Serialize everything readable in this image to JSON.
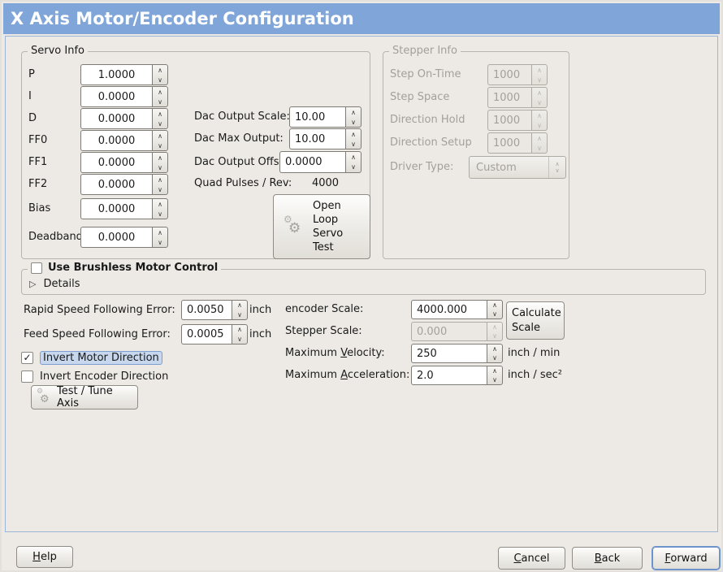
{
  "window": {
    "title": "X Axis Motor/Encoder Configuration"
  },
  "icons": {
    "spin_up": "∧",
    "spin_down": "∨",
    "combo_up": "∧",
    "combo_down": "∨",
    "check": "✓",
    "gear": "⚙",
    "expander_arrow": "▷"
  },
  "colors": {
    "titlebar_blue": "#80A5D8",
    "window_bg": "#EDEAE6",
    "panel_border_blue": "#9BB6D7",
    "focus_highlight_bg": "#C7D7EE",
    "focus_highlight_border": "#7D9ECF"
  },
  "servo_info": {
    "label": "Servo Info",
    "rows": [
      {
        "label": "P",
        "value": "1.0000"
      },
      {
        "label": "I",
        "value": "0.0000"
      },
      {
        "label": "D",
        "value": "0.0000"
      },
      {
        "label": "FF0",
        "value": "0.0000"
      },
      {
        "label": "FF1",
        "value": "0.0000"
      },
      {
        "label": "FF2",
        "value": "0.0000"
      },
      {
        "label": "Bias",
        "value": "0.0000"
      },
      {
        "label": "Deadband",
        "value": "0.0000"
      }
    ]
  },
  "dac": {
    "rows": [
      {
        "label": "Dac Output Scale:",
        "value": "10.00"
      },
      {
        "label": "Dac Max Output:",
        "value": "10.00"
      },
      {
        "label": "Dac Output Offset:",
        "value": "0.0000"
      }
    ],
    "quad_label": "Quad Pulses / Rev:",
    "quad_value": "4000"
  },
  "open_loop_button": {
    "label": "Open Loop Servo Test"
  },
  "stepper_info": {
    "label": "Stepper Info",
    "rows": [
      {
        "label": "Step On-Time",
        "value": "1000"
      },
      {
        "label": "Step Space",
        "value": "1000"
      },
      {
        "label": "Direction Hold",
        "value": "1000"
      },
      {
        "label": "Direction Setup",
        "value": "1000"
      }
    ],
    "driver_type_label": "Driver Type:",
    "driver_type_value": "Custom"
  },
  "brushless": {
    "label": "Use Brushless Motor Control",
    "checked": false,
    "details_label": "Details"
  },
  "following_error": {
    "rapid_label": "Rapid Speed Following Error:",
    "rapid_value": "0.0050",
    "rapid_unit": "inch",
    "feed_label": "Feed Speed Following Error:",
    "feed_value": "0.0005",
    "feed_unit": "inch"
  },
  "scaling": {
    "encoder_label": "encoder Scale:",
    "encoder_value": "4000.000",
    "stepper_label": "Stepper Scale:",
    "stepper_value": "0.000",
    "calculate_button": "Calculate Scale",
    "velocity": {
      "pre": "Maximum ",
      "key": "V",
      "post": "elocity:",
      "value": "250",
      "unit": "inch / min"
    },
    "acceleration": {
      "pre": "Maximum ",
      "key": "A",
      "post": "cceleration:",
      "value": "2.0",
      "unit": "inch / sec²"
    }
  },
  "direction": {
    "invert_motor_label": "Invert Motor Direction",
    "invert_motor_checked": true,
    "invert_encoder_label": "Invert Encoder Direction",
    "invert_encoder_checked": false,
    "test_tune_button": "Test / Tune Axis"
  },
  "footer": {
    "help": {
      "key": "H",
      "post": "elp"
    },
    "cancel": {
      "key": "C",
      "post": "ancel"
    },
    "back": {
      "key": "B",
      "post": "ack"
    },
    "forward": {
      "key": "F",
      "post": "orward"
    }
  }
}
